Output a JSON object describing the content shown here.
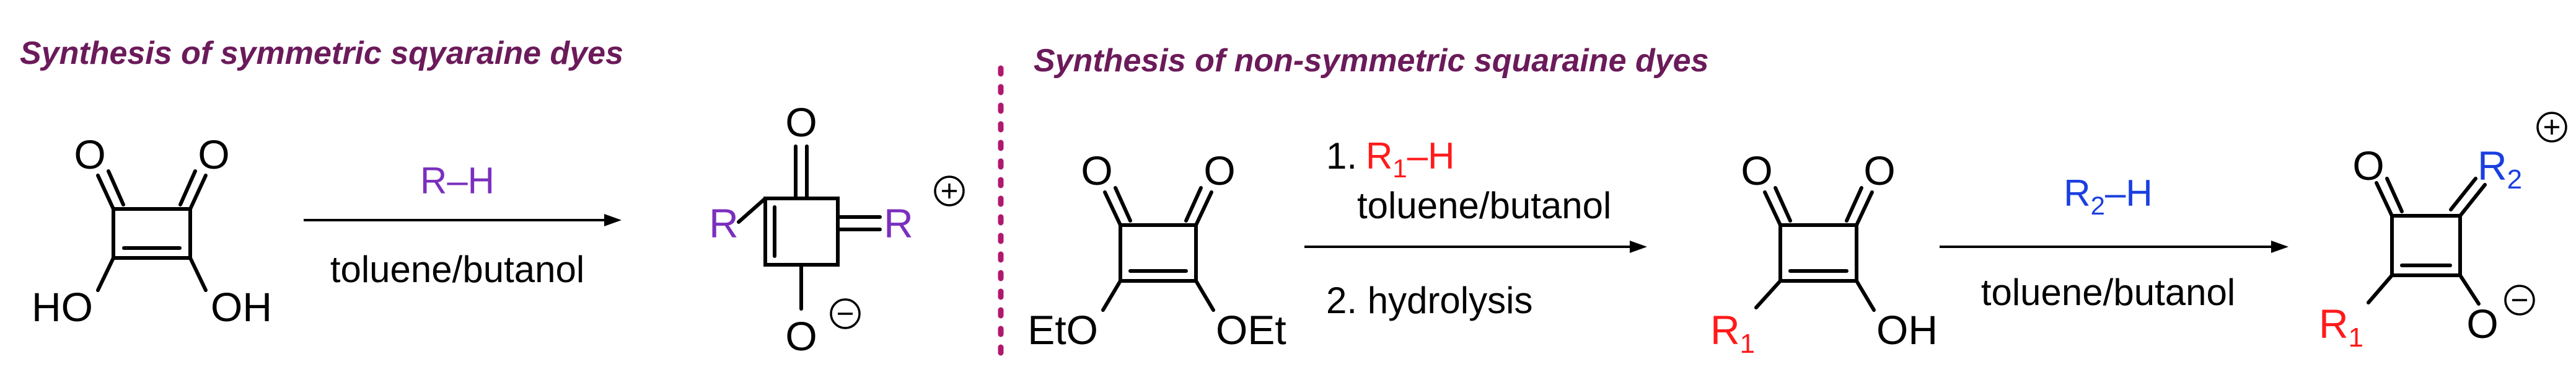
{
  "colors": {
    "heading": "#6b1a5a",
    "generic_R": "#7b2fbe",
    "R1": "#ff1a1a",
    "R2": "#1a3fe0",
    "divider": "#b0186e"
  },
  "left": {
    "heading": "Synthesis of symmetric sqyaraine dyes",
    "reactant": {
      "O_top_left": "O",
      "O_top_right": "O",
      "HO": "HO",
      "OH": "OH"
    },
    "arrow": {
      "above": "R–H",
      "below": "toluene/butanol"
    },
    "product": {
      "O_top": "O",
      "R_left": "R",
      "R_right": "R",
      "O_bottom": "O",
      "plus": "+",
      "minus": "−"
    }
  },
  "right": {
    "heading": "Synthesis of non-symmetric squaraine dyes",
    "start": {
      "O_top_left": "O",
      "O_top_right": "O",
      "EtO": "EtO",
      "OEt": "OEt"
    },
    "arrow1": {
      "step1_num": "1.",
      "step1_R": "R",
      "step1_sub": "1",
      "step1_H": "–H",
      "step1_solvent": "toluene/butanol",
      "step2": "2. hydrolysis"
    },
    "intermediate": {
      "O_top_left": "O",
      "O_top_right": "O",
      "R1_R": "R",
      "R1_sub": "1",
      "OH": "OH"
    },
    "arrow2": {
      "R": "R",
      "sub": "2",
      "H": "–H",
      "below": "toluene/butanol"
    },
    "product": {
      "O_top": "O",
      "R2_R": "R",
      "R2_sub": "2",
      "R1_R": "R",
      "R1_sub": "1",
      "O_bottom": "O",
      "plus": "+",
      "minus": "−"
    }
  }
}
